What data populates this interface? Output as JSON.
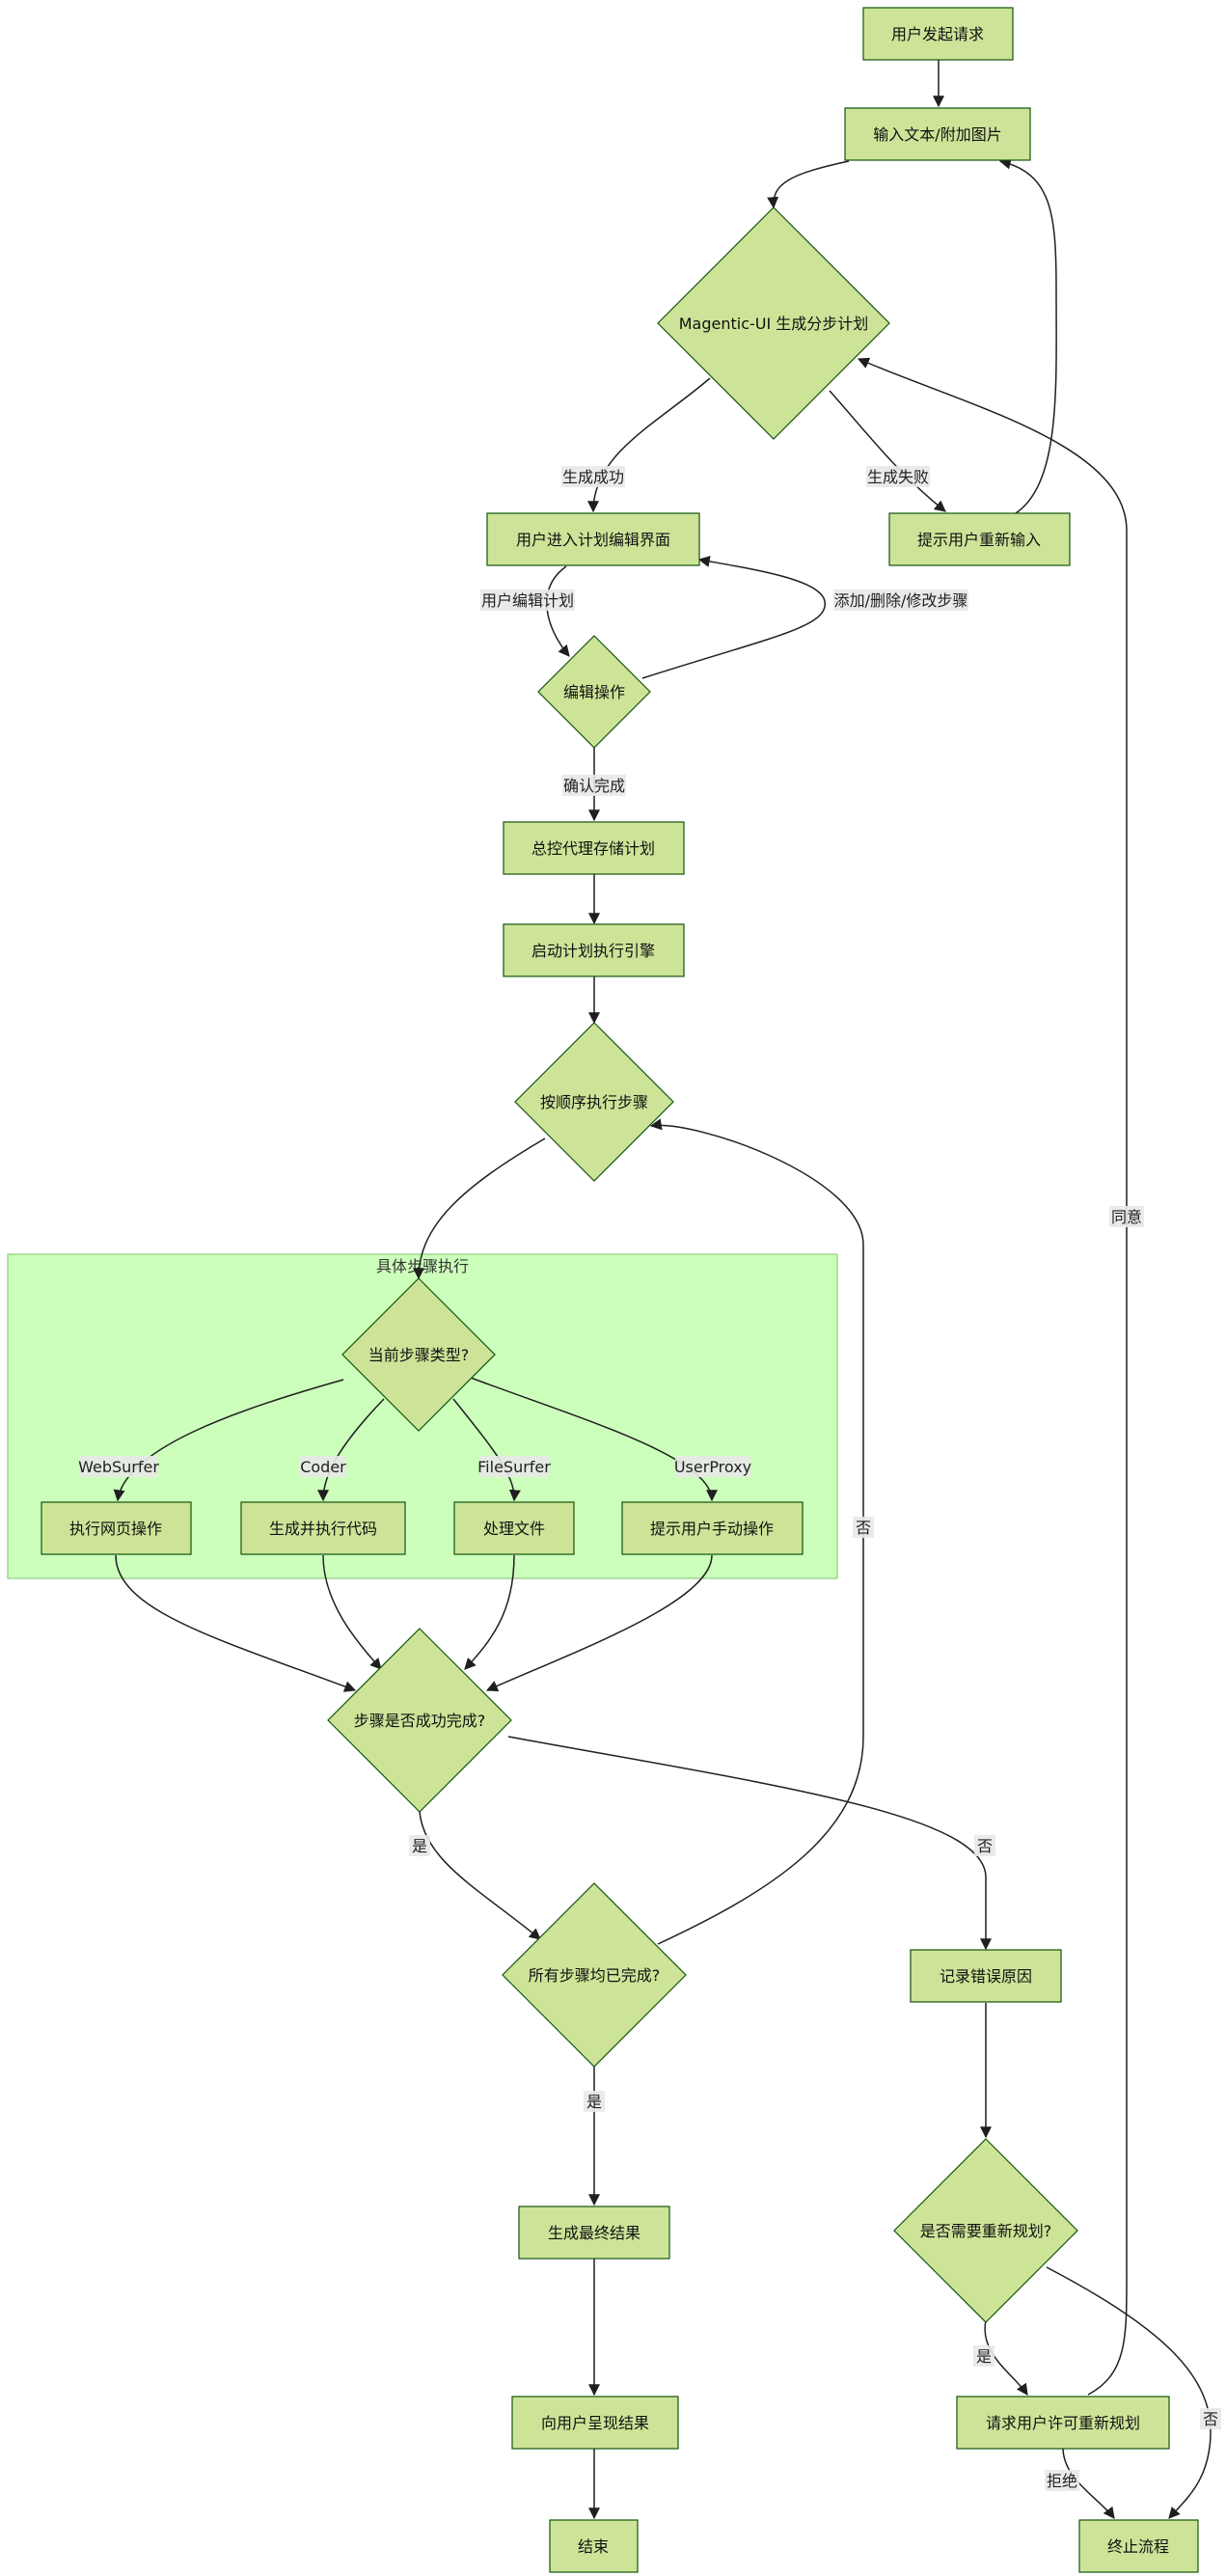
{
  "diagram": {
    "cluster": {
      "title": "具体步骤执行"
    },
    "nodes": {
      "start": "用户发起请求",
      "input": "输入文本/附加图片",
      "plan": "Magentic-UI 生成分步计划",
      "edit_ui": "用户进入计划编辑界面",
      "reinput": "提示用户重新输入",
      "edit_op": "编辑操作",
      "store": "总控代理存储计划",
      "engine": "启动计划执行引擎",
      "exec_seq": "按顺序执行步骤",
      "step_type": "当前步骤类型?",
      "web": "执行网页操作",
      "code": "生成并执行代码",
      "file": "处理文件",
      "manual": "提示用户手动操作",
      "step_ok": "步骤是否成功完成?",
      "all_done": "所有步骤均已完成?",
      "log_err": "记录错误原因",
      "final": "生成最终结果",
      "replan_q": "是否需要重新规划?",
      "present": "向用户呈现结果",
      "ask_perm": "请求用户许可重新规划",
      "end": "结束",
      "stop": "终止流程"
    },
    "edge_labels": {
      "gen_ok": "生成成功",
      "gen_fail": "生成失败",
      "user_edit": "用户编辑计划",
      "add_del": "添加/删除/修改步骤",
      "confirm": "确认完成",
      "websurfer": "WebSurfer",
      "coder": "Coder",
      "filesurfer": "FileSurfer",
      "userproxy": "UserProxy",
      "yes1": "是",
      "no1": "否",
      "no2": "否",
      "yes2": "是",
      "yes3": "是",
      "no3": "否",
      "agree": "同意",
      "reject": "拒绝"
    }
  },
  "colors": {
    "node_fill": "#cde498",
    "node_stroke": "#13540c",
    "cluster_fill": "#ccffbb"
  }
}
